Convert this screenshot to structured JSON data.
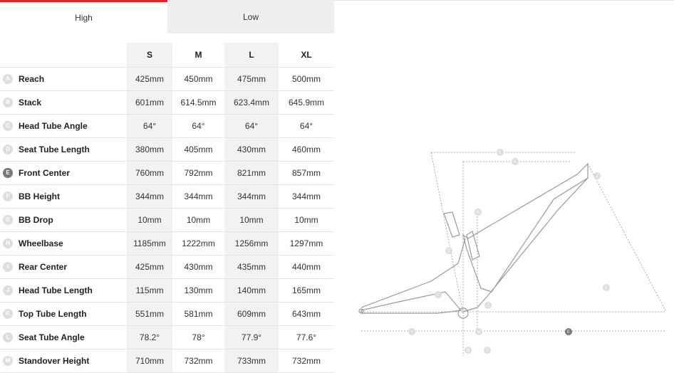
{
  "tabs": [
    {
      "label": "High",
      "active": true
    },
    {
      "label": "Low",
      "active": false
    }
  ],
  "accent_color": "#d9262c",
  "table": {
    "headers": [
      "S",
      "M",
      "L",
      "XL"
    ],
    "rows": [
      {
        "letter": "A",
        "label": "Reach",
        "values": [
          "425mm",
          "450mm",
          "475mm",
          "500mm"
        ]
      },
      {
        "letter": "B",
        "label": "Stack",
        "values": [
          "601mm",
          "614.5mm",
          "623.4mm",
          "645.9mm"
        ]
      },
      {
        "letter": "C",
        "label": "Head Tube Angle",
        "values": [
          "64°",
          "64°",
          "64°",
          "64°"
        ]
      },
      {
        "letter": "D",
        "label": "Seat Tube Length",
        "values": [
          "380mm",
          "405mm",
          "430mm",
          "460mm"
        ]
      },
      {
        "letter": "E",
        "label": "Front Center",
        "values": [
          "760mm",
          "792mm",
          "821mm",
          "857mm"
        ],
        "highlight": true
      },
      {
        "letter": "F",
        "label": "BB Height",
        "values": [
          "344mm",
          "344mm",
          "344mm",
          "344mm"
        ]
      },
      {
        "letter": "G",
        "label": "BB Drop",
        "values": [
          "10mm",
          "10mm",
          "10mm",
          "10mm"
        ]
      },
      {
        "letter": "H",
        "label": "Wheelbase",
        "values": [
          "1185mm",
          "1222mm",
          "1256mm",
          "1297mm"
        ]
      },
      {
        "letter": "I",
        "label": "Rear Center",
        "values": [
          "425mm",
          "430mm",
          "435mm",
          "440mm"
        ]
      },
      {
        "letter": "J",
        "label": "Head Tube Length",
        "values": [
          "115mm",
          "130mm",
          "140mm",
          "165mm"
        ]
      },
      {
        "letter": "K",
        "label": "Top Tube Length",
        "values": [
          "551mm",
          "581mm",
          "609mm",
          "643mm"
        ]
      },
      {
        "letter": "L",
        "label": "Seat Tube Angle",
        "values": [
          "78.2°",
          "78°",
          "77.9°",
          "77.6°"
        ]
      },
      {
        "letter": "M",
        "label": "Standover Height",
        "values": [
          "710mm",
          "732mm",
          "733mm",
          "732mm"
        ]
      }
    ]
  },
  "diagram": {
    "markers": [
      "A",
      "B",
      "C",
      "D",
      "E",
      "F",
      "G",
      "H",
      "I",
      "J",
      "K",
      "L",
      "M"
    ]
  }
}
